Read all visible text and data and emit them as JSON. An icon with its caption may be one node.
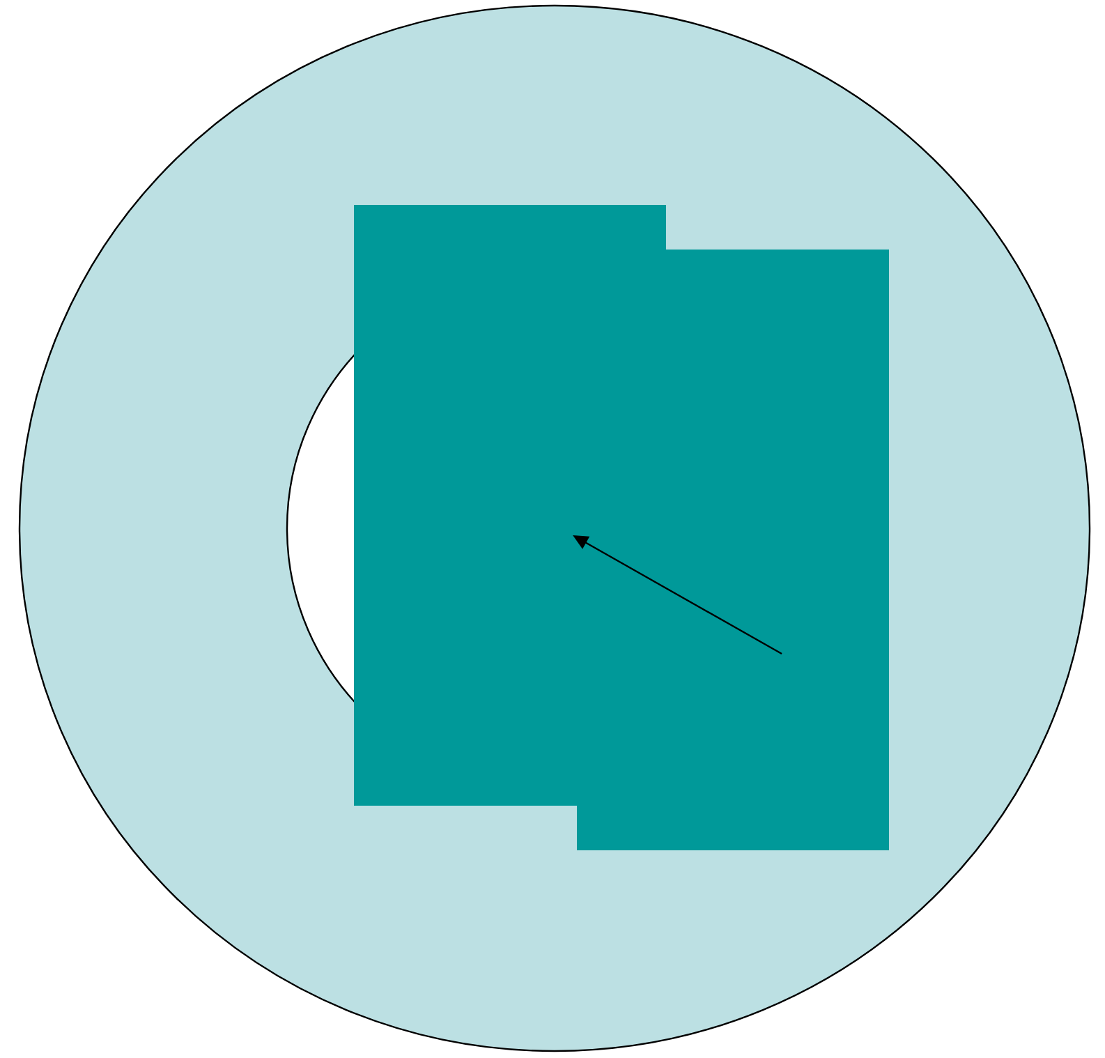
{
  "diagram": {
    "nodes": [
      {
        "text": [],
        "shape": "circle"
      },
      {
        "text": [],
        "shape": "box",
        "in": 0
      },
      {
        "text": [],
        "shape": "box",
        "in": 0
      }
    ],
    "edges": [
      {
        "from": 2,
        "to": 1,
        "arrow": "to"
      }
    ]
  }
}
